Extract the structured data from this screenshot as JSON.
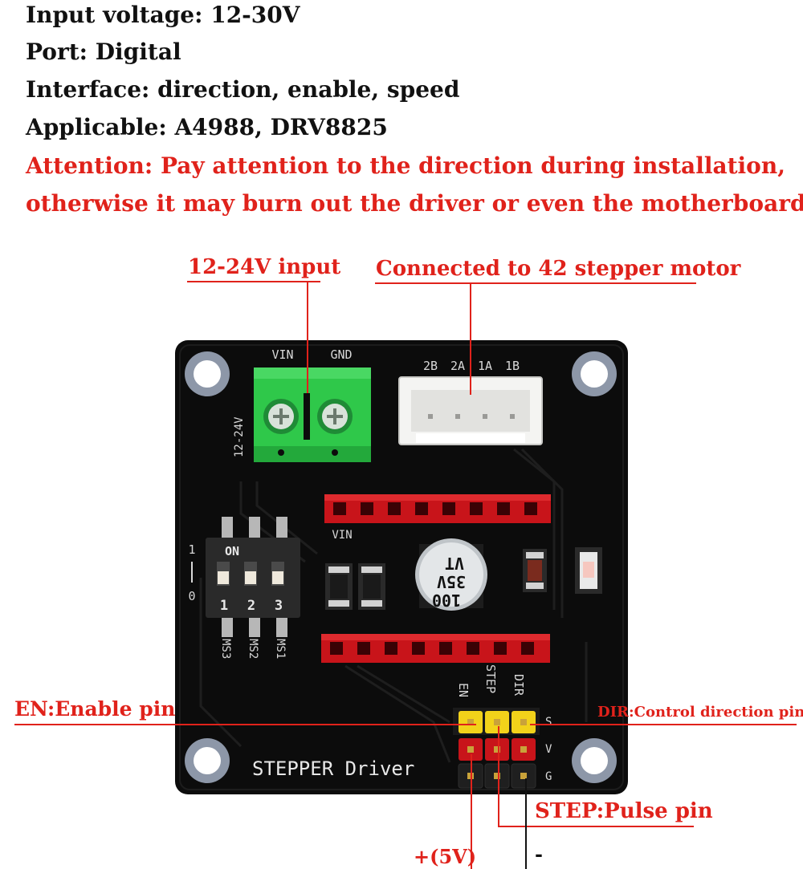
{
  "specs": {
    "input_voltage": "Input voltage: 12-30V",
    "port": "Port: Digital",
    "interface": "Interface: direction, enable, speed",
    "applicable": "Applicable: A4988, DRV8825",
    "attention_line1": "Attention: Pay attention to the direction during installation,",
    "attention_line2": "otherwise it may burn out the driver or even the motherboard."
  },
  "callouts": {
    "power_input": "12-24V input",
    "motor": "Connected to 42 stepper motor",
    "enable": "EN:Enable pin",
    "direction": "DIR:Control direction pin",
    "step": "STEP:Pulse pin",
    "plus": "+(5V)",
    "minus": "-"
  },
  "board": {
    "vin": "VIN",
    "gnd": "GND",
    "voltage_side": "12-24V",
    "motor_pins": [
      "2B",
      "2A",
      "1A",
      "1B"
    ],
    "vin_header": "VIN",
    "dip_on": "ON",
    "dip_1": "1",
    "dip_0": "0",
    "dip_numbers": [
      "1",
      "2",
      "3"
    ],
    "ms_labels": [
      "MS3",
      "MS2",
      "MS1"
    ],
    "capacitor_top": "100",
    "capacitor_mid": "35V",
    "capacitor_bot": "VT",
    "pin_labels": [
      "EN",
      "STEP",
      "DIR"
    ],
    "row_labels": [
      "S",
      "V",
      "G"
    ],
    "title": "STEPPER Driver"
  },
  "colors": {
    "accent_red": "#e0221b",
    "pcb": "#0c0c0c",
    "terminal": "#2fc84a",
    "header_red": "#c8141a",
    "pin_yellow": "#f2d21a"
  }
}
